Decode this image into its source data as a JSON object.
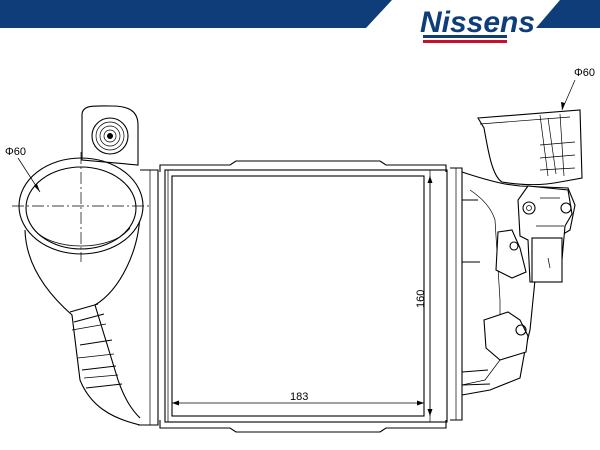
{
  "brand": {
    "name": "Nissens",
    "color": "#0f3d7a",
    "stripe_colors": [
      "#0f3d7a",
      "#ffffff",
      "#c8102e"
    ]
  },
  "dimensions": {
    "inlet_diameter": "Φ60",
    "outlet_diameter": "Φ60",
    "core_width": "183",
    "core_height": "160"
  }
}
